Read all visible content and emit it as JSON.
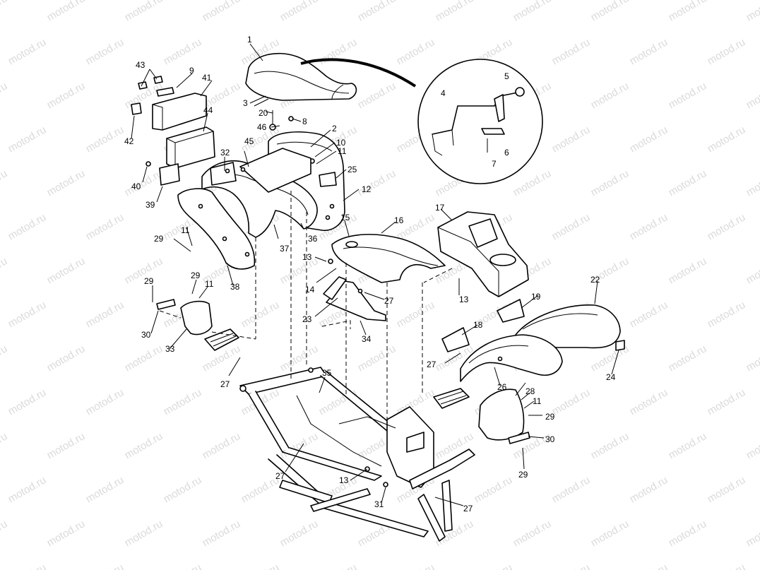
{
  "watermark": "motod.ru",
  "colors": {
    "line": "#000000",
    "background": "#ffffff",
    "watermark": "#bdbdbd"
  },
  "callouts": {
    "c1": "1",
    "c2": "2",
    "c3": "3",
    "c4": "4",
    "c5": "5",
    "c6": "6",
    "c7": "7",
    "c8": "8",
    "c9": "9",
    "c10": "10",
    "c11a": "11",
    "c11b": "11",
    "c11c": "11",
    "c11d": "11",
    "c12": "12",
    "c13a": "13",
    "c13b": "13",
    "c13c": "13",
    "c14": "14",
    "c15": "15",
    "c16": "16",
    "c17": "17",
    "c18": "18",
    "c19": "19",
    "c20": "20",
    "c22": "22",
    "c23": "23",
    "c24": "24",
    "c25": "25",
    "c26": "26",
    "c27a": "27",
    "c27b": "27",
    "c27c": "27",
    "c27d": "27",
    "c27e": "27",
    "c28": "28",
    "c29a": "29",
    "c29b": "29",
    "c29c": "29",
    "c29d": "29",
    "c29e": "29",
    "c30a": "30",
    "c30b": "30",
    "c31": "31",
    "c32": "32",
    "c33": "33",
    "c34": "34",
    "c35": "35",
    "c36": "36",
    "c37": "37",
    "c38": "38",
    "c39": "39",
    "c40": "40",
    "c41": "41",
    "c42": "42",
    "c43": "43",
    "c44": "44",
    "c45": "45",
    "c46": "46"
  }
}
